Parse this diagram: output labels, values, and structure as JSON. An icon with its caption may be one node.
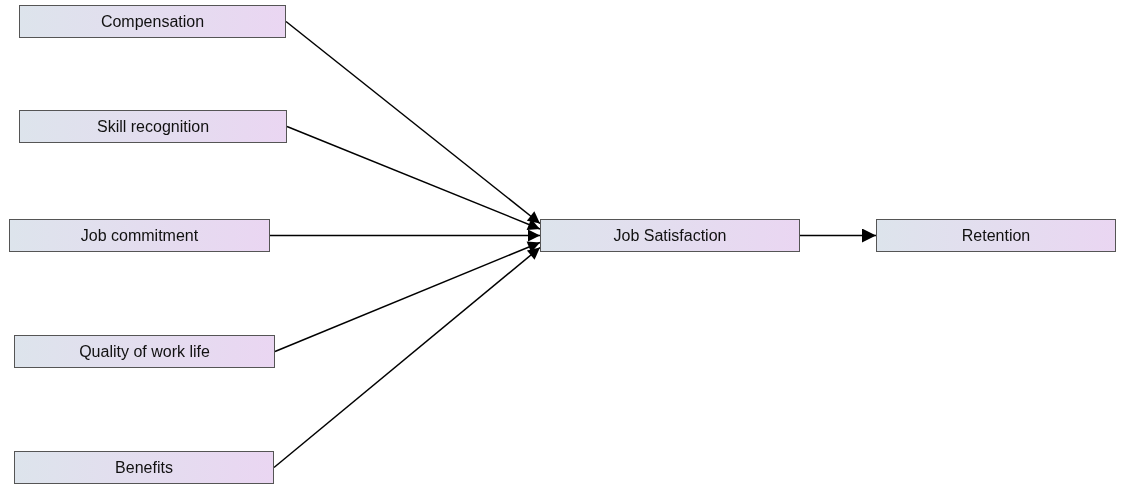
{
  "diagram": {
    "nodes": [
      {
        "text": [
          "Compensation"
        ]
      },
      {
        "text": [
          "Skill recognition"
        ]
      },
      {
        "text": [
          "Job commitment"
        ]
      },
      {
        "text": [
          "Quality of work life"
        ]
      },
      {
        "text": [
          "Benefits"
        ]
      },
      {
        "text": [
          "Job Satisfaction"
        ]
      },
      {
        "text": [
          "Retention"
        ]
      }
    ],
    "edges": [
      {
        "from": 0,
        "to": 5,
        "arrow": "to"
      },
      {
        "from": 1,
        "to": 5,
        "arrow": "to"
      },
      {
        "from": 2,
        "to": 5,
        "arrow": "to"
      },
      {
        "from": 3,
        "to": 5,
        "arrow": "to"
      },
      {
        "from": 4,
        "to": 5,
        "arrow": "to"
      },
      {
        "from": 5,
        "to": 6,
        "arrow": "to"
      }
    ]
  }
}
